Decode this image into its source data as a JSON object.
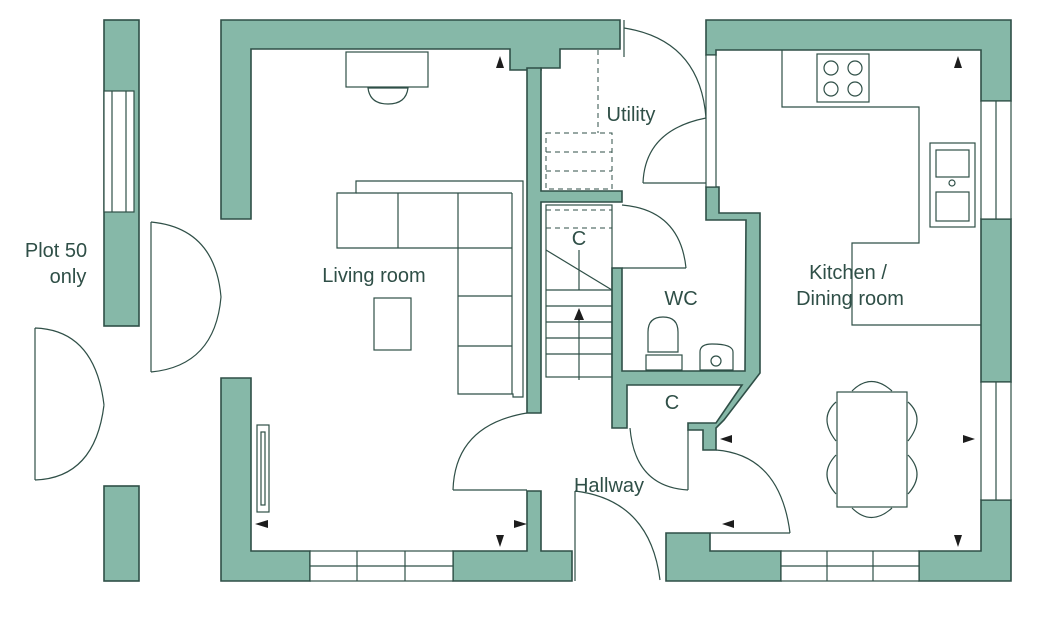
{
  "plan": {
    "rooms": {
      "living_room": "Living room",
      "utility": "Utility",
      "cupboard_1": "C",
      "wc": "WC",
      "cupboard_2": "C",
      "kitchen_line1": "Kitchen /",
      "kitchen_line2": "Dining room",
      "hallway": "Hallway"
    },
    "note": {
      "line1": "Plot 50",
      "line2": "only"
    },
    "colors": {
      "wall": "#86b8a8",
      "line": "#2f4f47"
    }
  }
}
